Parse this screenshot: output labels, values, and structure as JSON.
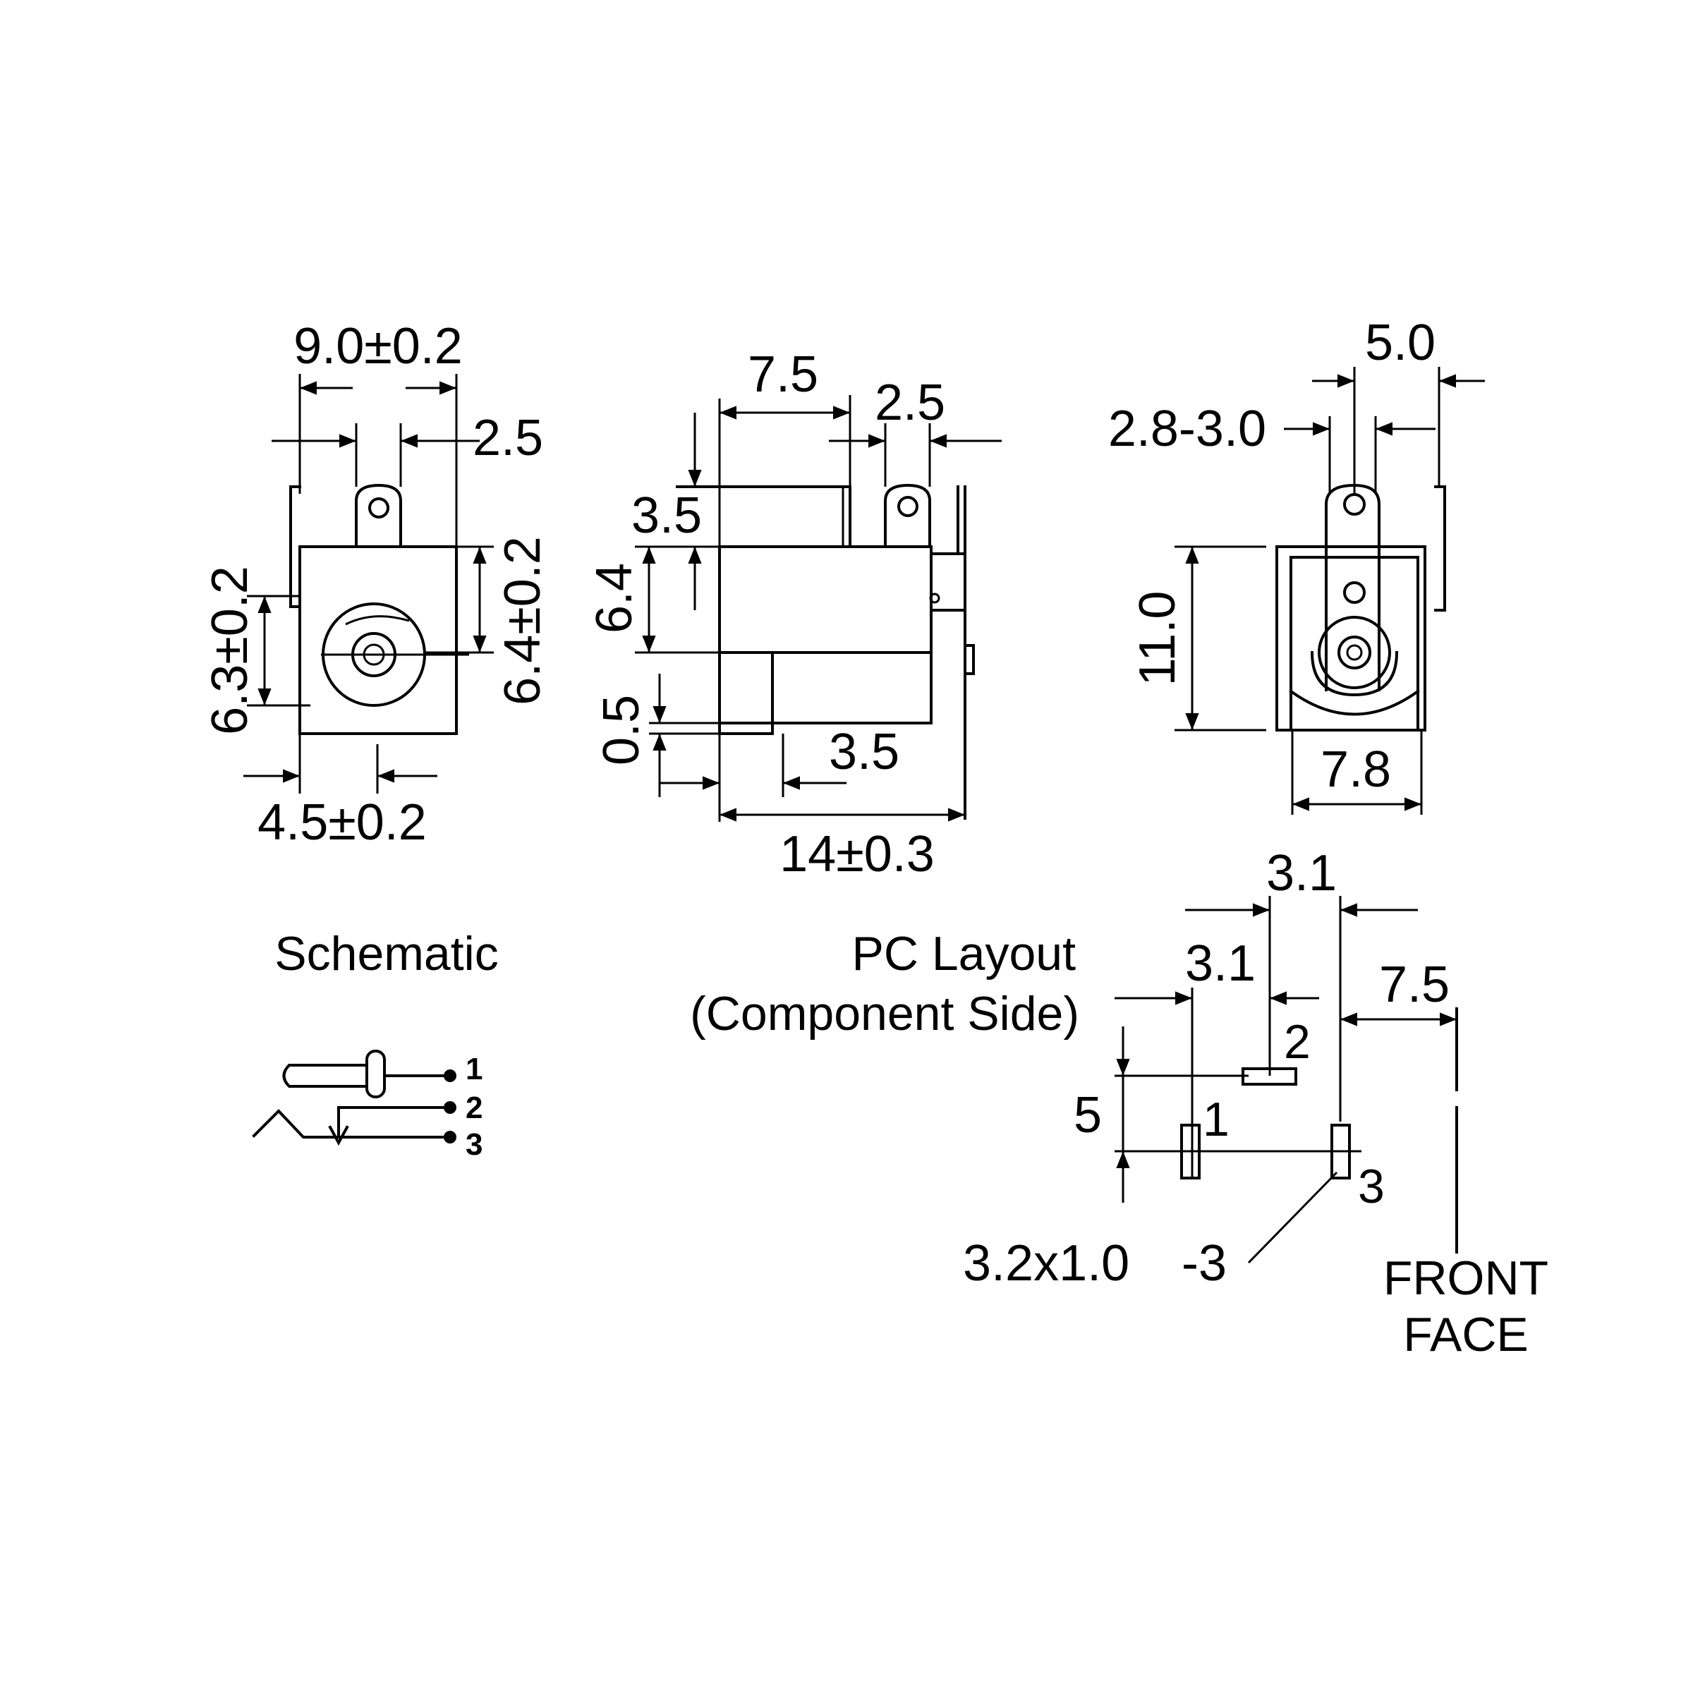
{
  "front_view": {
    "width": "9.0±0.2",
    "tab": "2.5",
    "height_left": "6.3±0.2",
    "height_right": "6.4±0.2",
    "bottom": "4.5±0.2"
  },
  "side_view": {
    "top_left": "7.5",
    "top_right": "2.5",
    "v_upper": "3.5",
    "v_mid": "6.4",
    "v_lower": "0.5",
    "bottom_inner": "3.5",
    "length": "14±0.3"
  },
  "back_view": {
    "top_width": "5.0",
    "pin_width": "2.8-3.0",
    "height": "11.0",
    "bottom_width": "7.8"
  },
  "labels": {
    "schematic": "Schematic",
    "pc_layout_line1": "PC Layout",
    "pc_layout_line2": "(Component Side)",
    "front_face_line1": "FRONT",
    "front_face_line2": "FACE"
  },
  "schematic_pins": [
    "1",
    "2",
    "3"
  ],
  "pc_layout": {
    "top_spacing": "3.1",
    "mid_spacing": "3.1",
    "offset": "7.5",
    "vertical": "5",
    "pad_size": "3.2x1.0",
    "pad_tol": "-3",
    "pads": [
      "1",
      "2",
      "3"
    ]
  }
}
